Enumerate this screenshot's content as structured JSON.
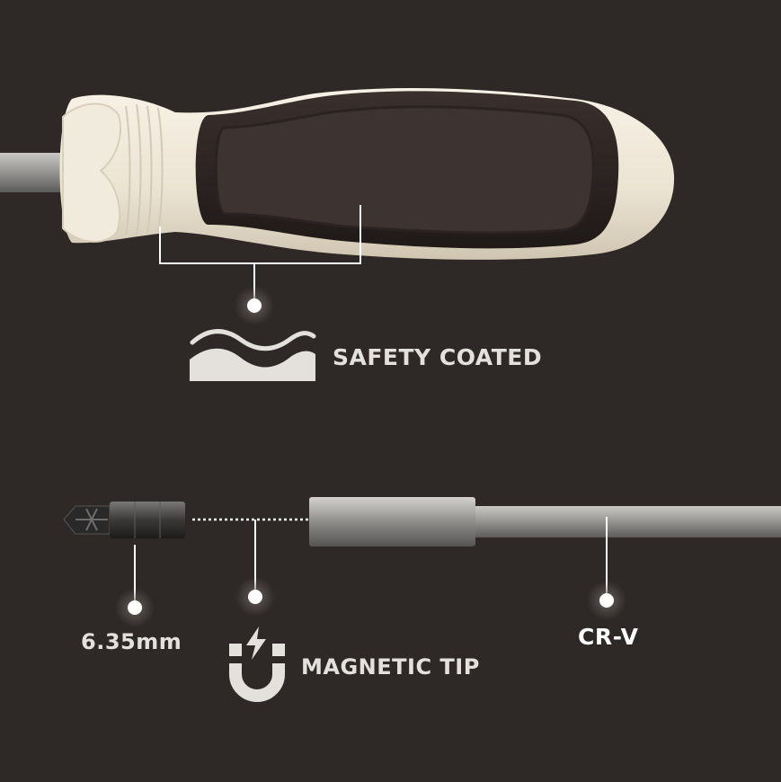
{
  "features": {
    "safety_coated": {
      "label": "SAFETY COATED",
      "icon": "wave-coating-icon"
    },
    "bit_size": {
      "label": "6.35mm"
    },
    "magnetic_tip": {
      "label": "MAGNETIC TIP",
      "icon": "magnet-icon"
    },
    "material": {
      "label": "CR-V"
    }
  },
  "colors": {
    "background": "#2e2826",
    "handle_cream": "#efe9dc",
    "handle_grip": "#2a2220",
    "shaft_steel": "#9a9996",
    "label_text": "#e4e1dd",
    "accent_white": "#ffffff"
  }
}
